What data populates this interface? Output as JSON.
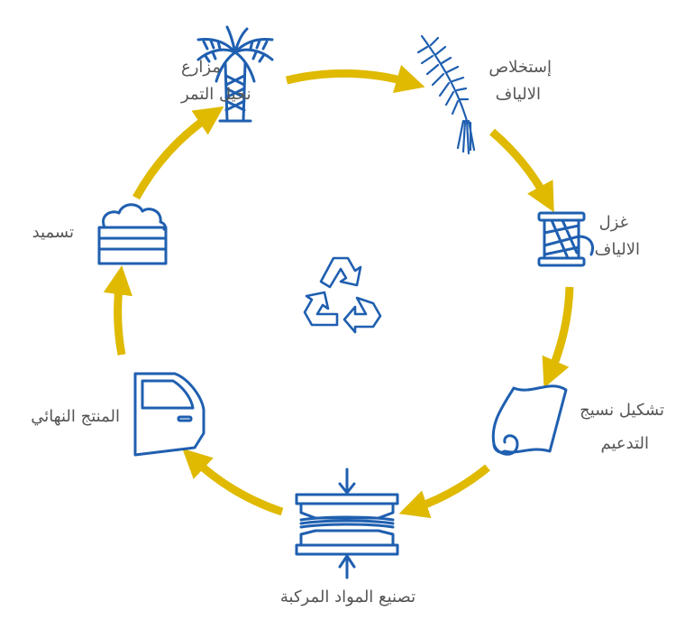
{
  "colors": {
    "arrow": "#dfba00",
    "icon": "#1f5fb0",
    "text": "#555555",
    "background": "#ffffff"
  },
  "stages": [
    {
      "id": "palm",
      "icon": "date-palm-icon",
      "line1": "مزارع",
      "line2": "نخيل التمر"
    },
    {
      "id": "extract",
      "icon": "palm-frond-icon",
      "line1": "إستخلاص",
      "line2": "الالياف"
    },
    {
      "id": "spin",
      "icon": "fiber-spool-icon",
      "line1": "غزل",
      "line2": "الالياف"
    },
    {
      "id": "fabric",
      "icon": "fabric-roll-icon",
      "line1": "تشكيل نسيج",
      "line2": "التدعيم"
    },
    {
      "id": "composite",
      "icon": "press-mold-icon",
      "line1": "تصنيع المواد المركبة",
      "line2": ""
    },
    {
      "id": "product",
      "icon": "car-door-icon",
      "line1": "المنتج النهائي",
      "line2": ""
    },
    {
      "id": "compost",
      "icon": "compost-bin-icon",
      "line1": "تسميد",
      "line2": ""
    }
  ],
  "center_icon": "recycle-icon"
}
